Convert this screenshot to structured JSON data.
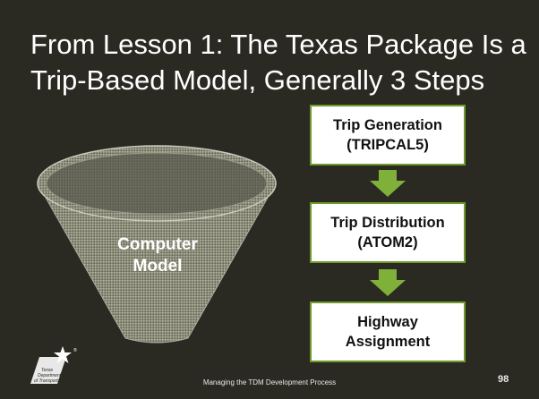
{
  "slide": {
    "title_line1": "From Lesson 1: The Texas Package Is a",
    "title_line2": "Trip-Based Model, Generally 3 Steps",
    "funnel": {
      "line1": "Computer",
      "line2": "Model"
    },
    "steps": [
      {
        "line1": "Trip Generation",
        "line2": "(TRIPCAL5)"
      },
      {
        "line1": "Trip Distribution",
        "line2": "(ATOM2)"
      },
      {
        "line1": "Highway",
        "line2": "Assignment"
      }
    ],
    "footer": "Managing the TDM Development Process",
    "page_number": "98",
    "logo": {
      "line1": "Texas",
      "line2": "Department",
      "line3": "of Transportation",
      "mark": "®"
    }
  },
  "colors": {
    "background": "#2a2a22",
    "box_border": "#6e9a2a",
    "arrow": "#7fb03a"
  },
  "icons": [
    "funnel-shape",
    "down-arrow-icon",
    "txdot-star-logo"
  ]
}
